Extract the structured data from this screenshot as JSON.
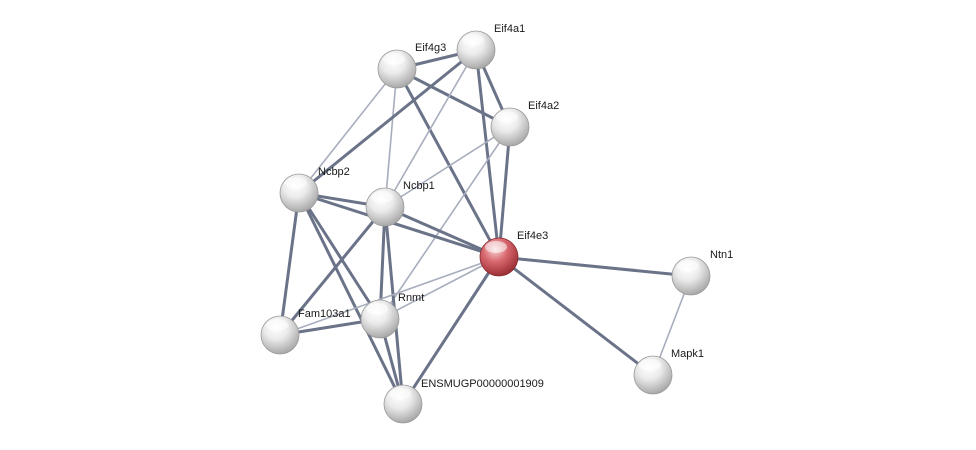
{
  "colors": {
    "edge_strong": "#6b7389",
    "edge_weak": "#a7adbd",
    "node_default": "#d9d9d9",
    "node_query": "#d2545b"
  },
  "nodes": [
    {
      "id": "Eif4a1",
      "label": "Eif4a1",
      "query": false
    },
    {
      "id": "Eif4g3",
      "label": "Eif4g3",
      "query": false
    },
    {
      "id": "Eif4a2",
      "label": "Eif4a2",
      "query": false
    },
    {
      "id": "Ncbp2",
      "label": "Ncbp2",
      "query": false
    },
    {
      "id": "Ncbp1",
      "label": "Ncbp1",
      "query": false
    },
    {
      "id": "Eif4e3",
      "label": "Eif4e3",
      "query": true
    },
    {
      "id": "Nttn1",
      "label": "Ntn1",
      "query": false
    },
    {
      "id": "Fam103a1",
      "label": "Fam103a1",
      "query": false
    },
    {
      "id": "Rnmt",
      "label": "Rnmt",
      "query": false
    },
    {
      "id": "Mapk1",
      "label": "Mapk1",
      "query": false
    },
    {
      "id": "ENSMUGP",
      "label": "ENSMUGP00000001909",
      "query": false
    }
  ],
  "edges": [
    {
      "source": "Eif4g3",
      "target": "Eif4a1",
      "strength": "strong"
    },
    {
      "source": "Eif4g3",
      "target": "Eif4a2",
      "strength": "strong"
    },
    {
      "source": "Eif4a1",
      "target": "Eif4a2",
      "strength": "strong"
    },
    {
      "source": "Eif4a1",
      "target": "Eif4e3",
      "strength": "strong"
    },
    {
      "source": "Eif4g3",
      "target": "Eif4e3",
      "strength": "strong"
    },
    {
      "source": "Eif4a2",
      "target": "Eif4e3",
      "strength": "strong"
    },
    {
      "source": "Eif4g3",
      "target": "Ncbp2",
      "strength": "weak"
    },
    {
      "source": "Eif4g3",
      "target": "Ncbp1",
      "strength": "weak"
    },
    {
      "source": "Eif4a1",
      "target": "Ncbp2",
      "strength": "strong"
    },
    {
      "source": "Eif4a1",
      "target": "Ncbp1",
      "strength": "weak"
    },
    {
      "source": "Eif4a2",
      "target": "Ncbp1",
      "strength": "weak"
    },
    {
      "source": "Eif4a2",
      "target": "Rnmt",
      "strength": "weak"
    },
    {
      "source": "Ncbp2",
      "target": "Ncbp1",
      "strength": "strong"
    },
    {
      "source": "Ncbp2",
      "target": "Eif4e3",
      "strength": "strong"
    },
    {
      "source": "Ncbp2",
      "target": "Fam103a1",
      "strength": "strong"
    },
    {
      "source": "Ncbp2",
      "target": "Rnmt",
      "strength": "strong"
    },
    {
      "source": "Ncbp2",
      "target": "ENSMUGP",
      "strength": "strong"
    },
    {
      "source": "Ncbp1",
      "target": "Eif4e3",
      "strength": "strong"
    },
    {
      "source": "Ncbp1",
      "target": "Fam103a1",
      "strength": "strong"
    },
    {
      "source": "Ncbp1",
      "target": "Rnmt",
      "strength": "strong"
    },
    {
      "source": "Ncbp1",
      "target": "ENSMUGP",
      "strength": "strong"
    },
    {
      "source": "Fam103a1",
      "target": "Rnmt",
      "strength": "strong"
    },
    {
      "source": "Fam103a1",
      "target": "Eif4e3",
      "strength": "weak"
    },
    {
      "source": "Rnmt",
      "target": "Eif4e3",
      "strength": "weak"
    },
    {
      "source": "Rnmt",
      "target": "ENSMUGP",
      "strength": "strong"
    },
    {
      "source": "Eif4e3",
      "target": "ENSMUGP",
      "strength": "strong"
    },
    {
      "source": "Eif4e3",
      "target": "Nttn1",
      "strength": "strong"
    },
    {
      "source": "Eif4e3",
      "target": "Mapk1",
      "strength": "strong"
    },
    {
      "source": "Nttn1",
      "target": "Mapk1",
      "strength": "weak"
    }
  ]
}
